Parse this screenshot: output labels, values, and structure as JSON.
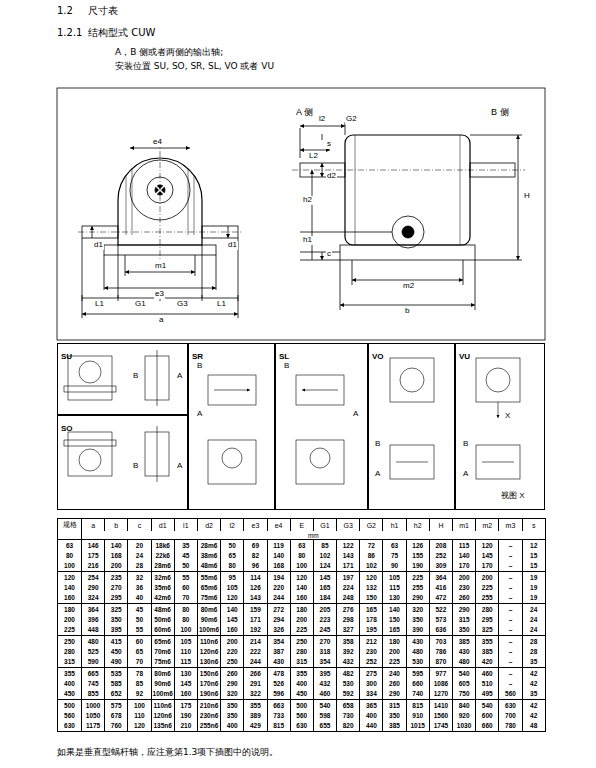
{
  "diagram": {
    "nodes": [
      {
        "text": [
          "SU"
        ]
      },
      {
        "text": [
          "SO"
        ]
      },
      {
        "text": [
          "SR"
        ]
      },
      {
        "text": [
          "SL"
        ]
      },
      {
        "text": [
          "VO"
        ]
      },
      {
        "text": [
          "VU"
        ]
      }
    ],
    "labels": [
      "1.2",
      "尺寸表",
      "1.2.1",
      "结构型式 CUW",
      "A，B 侧或者两侧的输出轴;",
      "安装位置 SU, SO, SR, SL, VO 或者 VU",
      "e4",
      "d1",
      "d1",
      "m1",
      "e3",
      "L1",
      "G1",
      "G3",
      "L1",
      "a",
      "A 侧",
      "B 侧",
      "l2",
      "G2",
      "s",
      "L2",
      "d2",
      "H",
      "h2",
      "h1",
      "c",
      "m2",
      "b",
      "A",
      "B",
      "B",
      "A",
      "B",
      "A",
      "B",
      "A",
      "B",
      "A",
      "B",
      "A",
      "X",
      "视图 X",
      "如果是垂直型蜗杆轴，应注意第1.3项下插图中的说明。",
      "规格",
      "a",
      "b",
      "c",
      "d1",
      "l1",
      "d2",
      "l2",
      "e3",
      "e4",
      "E",
      "G1",
      "G3",
      "G2",
      "h1",
      "h2",
      "H",
      "m1",
      "m2",
      "m3",
      "s",
      "mm",
      "63",
      "146",
      "140",
      "20",
      "18k6",
      "35",
      "28m6",
      "50",
      "69",
      "119",
      "63",
      "85",
      "122",
      "72",
      "63",
      "126",
      "208",
      "115",
      "120",
      "–",
      "12",
      "80",
      "175",
      "168",
      "24",
      "22k6",
      "45",
      "38m6",
      "65",
      "82",
      "140",
      "80",
      "102",
      "143",
      "86",
      "75",
      "155",
      "252",
      "140",
      "145",
      "–",
      "15",
      "100",
      "216",
      "200",
      "28",
      "28m6",
      "50",
      "48m6",
      "80",
      "96",
      "168",
      "100",
      "124",
      "171",
      "102",
      "90",
      "190",
      "309",
      "170",
      "170",
      "–",
      "15",
      "120",
      "254",
      "235",
      "32",
      "32m6",
      "55",
      "55m6",
      "95",
      "114",
      "194",
      "120",
      "145",
      "197",
      "120",
      "105",
      "225",
      "364",
      "200",
      "200",
      "–",
      "19",
      "140",
      "290",
      "270",
      "36",
      "35m6",
      "60",
      "65m6",
      "105",
      "126",
      "220",
      "140",
      "165",
      "224",
      "132",
      "115",
      "255",
      "416",
      "230",
      "225",
      "–",
      "19",
      "160",
      "324",
      "295",
      "40",
      "42m6",
      "70",
      "75m6",
      "120",
      "143",
      "244",
      "160",
      "184",
      "248",
      "150",
      "130",
      "290",
      "472",
      "260",
      "255",
      "–",
      "19",
      "180",
      "364",
      "325",
      "45",
      "48m6",
      "80",
      "80m6",
      "140",
      "159",
      "272",
      "180",
      "205",
      "276",
      "165",
      "140",
      "320",
      "522",
      "290",
      "280",
      "–",
      "24",
      "200",
      "396",
      "350",
      "50",
      "50m6",
      "80",
      "90m6",
      "145",
      "171",
      "294",
      "200",
      "223",
      "298",
      "178",
      "150",
      "350",
      "573",
      "315",
      "295",
      "–",
      "24",
      "225",
      "448",
      "395",
      "55",
      "60m6",
      "100",
      "100m6",
      "160",
      "192",
      "326",
      "225",
      "245",
      "327",
      "195",
      "165",
      "390",
      "636",
      "350",
      "325",
      "–",
      "24",
      "250",
      "480",
      "415",
      "60",
      "65m6",
      "105",
      "110n6",
      "200",
      "214",
      "354",
      "250",
      "270",
      "358",
      "212",
      "180",
      "430",
      "703",
      "385",
      "355",
      "–",
      "28",
      "280",
      "525",
      "450",
      "65",
      "70m6",
      "110",
      "120n6",
      "220",
      "222",
      "387",
      "280",
      "318",
      "392",
      "230",
      "200",
      "480",
      "786",
      "430",
      "385",
      "–",
      "28",
      "315",
      "590",
      "490",
      "70",
      "75m6",
      "115",
      "130n6",
      "250",
      "244",
      "430",
      "315",
      "354",
      "432",
      "252",
      "225",
      "530",
      "870",
      "480",
      "420",
      "–",
      "35",
      "355",
      "665",
      "535",
      "78",
      "80m6",
      "130",
      "150n6",
      "260",
      "266",
      "478",
      "355",
      "395",
      "482",
      "275",
      "240",
      "595",
      "977",
      "540",
      "460",
      "–",
      "42",
      "400",
      "745",
      "585",
      "85",
      "90m6",
      "145",
      "170n6",
      "290",
      "291",
      "526",
      "400",
      "432",
      "530",
      "300",
      "260",
      "660",
      "1086",
      "605",
      "510",
      "–",
      "42",
      "450",
      "855",
      "652",
      "92",
      "100m6",
      "160",
      "190n6",
      "320",
      "322",
      "596",
      "450",
      "460",
      "592",
      "334",
      "290",
      "740",
      "1270",
      "750",
      "495",
      "560",
      "35",
      "500",
      "1000",
      "575",
      "100",
      "110n6",
      "175",
      "210n6",
      "350",
      "355",
      "663",
      "500",
      "540",
      "658",
      "365",
      "315",
      "815",
      "1410",
      "840",
      "540",
      "630",
      "42",
      "560",
      "1050",
      "678",
      "110",
      "120n6",
      "190",
      "230n6",
      "350",
      "389",
      "733",
      "560",
      "598",
      "730",
      "400",
      "350",
      "910",
      "1560",
      "920",
      "600",
      "700",
      "42",
      "630",
      "1175",
      "760",
      "120",
      "135n6",
      "210",
      "255n6",
      "400",
      "429",
      "815",
      "630",
      "655",
      "820",
      "440",
      "385",
      "1015",
      "1745",
      "1030",
      "660",
      "780",
      "48"
    ]
  }
}
